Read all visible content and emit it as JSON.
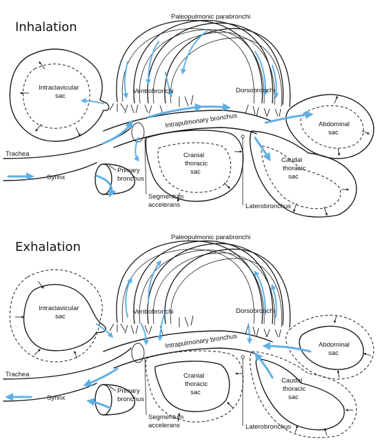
{
  "panels": [
    {
      "heading": "Inhalation",
      "labels": {
        "paleopulmonic": "Paleopulmonic parabronchi",
        "intraclavicular": [
          "Intraclavicular",
          "sac"
        ],
        "ventrobronchi": "Ventrobronchi",
        "dorsobronchi": "Dorsobronchi",
        "intrapulmonary": "Intrapulmonary bronchus",
        "abdominal": [
          "Abdominal",
          "sac"
        ],
        "trachea": "Trachea",
        "syrinx": "Syrinx",
        "primary": [
          "Primary",
          "bronchus"
        ],
        "cranial": [
          "Cranial",
          "thoracic",
          "sac"
        ],
        "caudal": [
          "Caudal",
          "thoracic",
          "sac"
        ],
        "segmentum": [
          "Segmentum",
          "accelerans"
        ],
        "laterobronchus": "Laterobronchus"
      }
    },
    {
      "heading": "Exhalation",
      "labels": {
        "paleopulmonic": "Paleopulmonic parabronchi",
        "intraclavicular": [
          "Intraclavicular",
          "sac"
        ],
        "ventrobronchi": "Ventrobronchi",
        "dorsobronchi": "Dorsobronchi",
        "intrapulmonary": "Intrapulmonary bronchus",
        "abdominal": [
          "Abdominal",
          "sac"
        ],
        "trachea": "Trachea",
        "syrinx": "Syrinx",
        "primary": [
          "Primary",
          "bronchus"
        ],
        "cranial": [
          "Cranial",
          "thoracic",
          "sac"
        ],
        "caudal": [
          "Caudal",
          "thoracic",
          "sac"
        ],
        "segmentum": [
          "Segmentum",
          "accelerans"
        ],
        "laterobronchus": "Laterobronchus"
      }
    }
  ],
  "colors": {
    "airflow": "#5db0e6",
    "line": "#1a1a1a"
  }
}
